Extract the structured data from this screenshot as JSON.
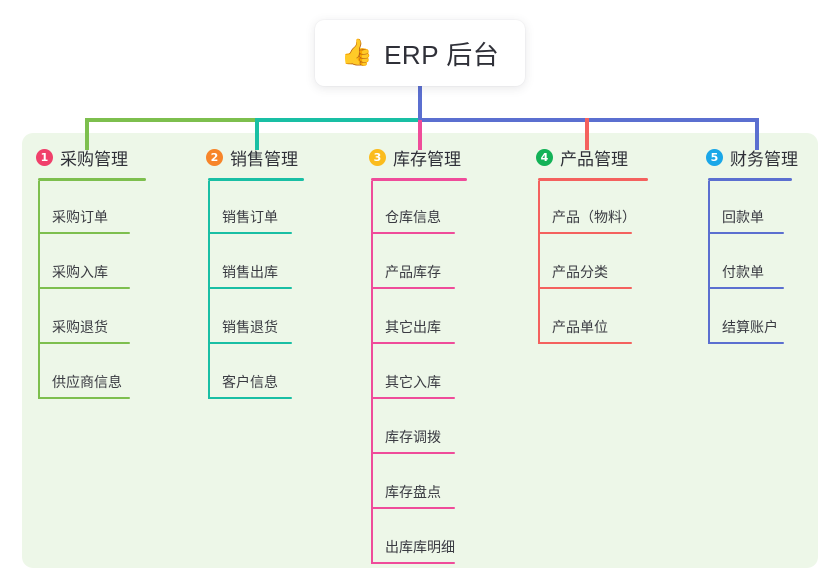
{
  "diagram": {
    "type": "mindmap",
    "root": {
      "emoji": "👍",
      "emoji_name": "thumbs-up-icon",
      "title": "ERP 后台"
    },
    "panel_color": "#edf7e8",
    "branches": [
      {
        "number": "1",
        "title": "采购管理",
        "badge_color": "#f0406b",
        "line_color": "#7dbf4e",
        "connector_color": "#7dbf4e",
        "items": [
          "采购订单",
          "采购入库",
          "采购退货",
          "供应商信息"
        ]
      },
      {
        "number": "2",
        "title": "销售管理",
        "badge_color": "#f7852a",
        "line_color": "#19bfa4",
        "connector_color": "#19bfa4",
        "items": [
          "销售订单",
          "销售出库",
          "销售退货",
          "客户信息"
        ]
      },
      {
        "number": "3",
        "title": "库存管理",
        "badge_color": "#fbbc1d",
        "line_color": "#ef4c9a",
        "connector_color": "#ef4c9a",
        "items": [
          "仓库信息",
          "产品库存",
          "其它出库",
          "其它入库",
          "库存调拨",
          "库存盘点",
          "出库库明细"
        ]
      },
      {
        "number": "4",
        "title": "产品管理",
        "badge_color": "#13b257",
        "line_color": "#f4615e",
        "connector_color": "#f4615e",
        "items": [
          "产品（物料）",
          "产品分类",
          "产品单位"
        ]
      },
      {
        "number": "5",
        "title": "财务管理",
        "badge_color": "#1aa7e8",
        "line_color": "#5b6fd0",
        "connector_color": "#5b6fd0",
        "items": [
          "回款单",
          "付款单",
          "结算账户"
        ]
      }
    ],
    "bus": {
      "stem_color": "#5b6fd0",
      "segment_left_color": "#7dbf4e",
      "segment_mid_color": "#19bfa4",
      "segment_right_color": "#5b6fd0"
    }
  }
}
